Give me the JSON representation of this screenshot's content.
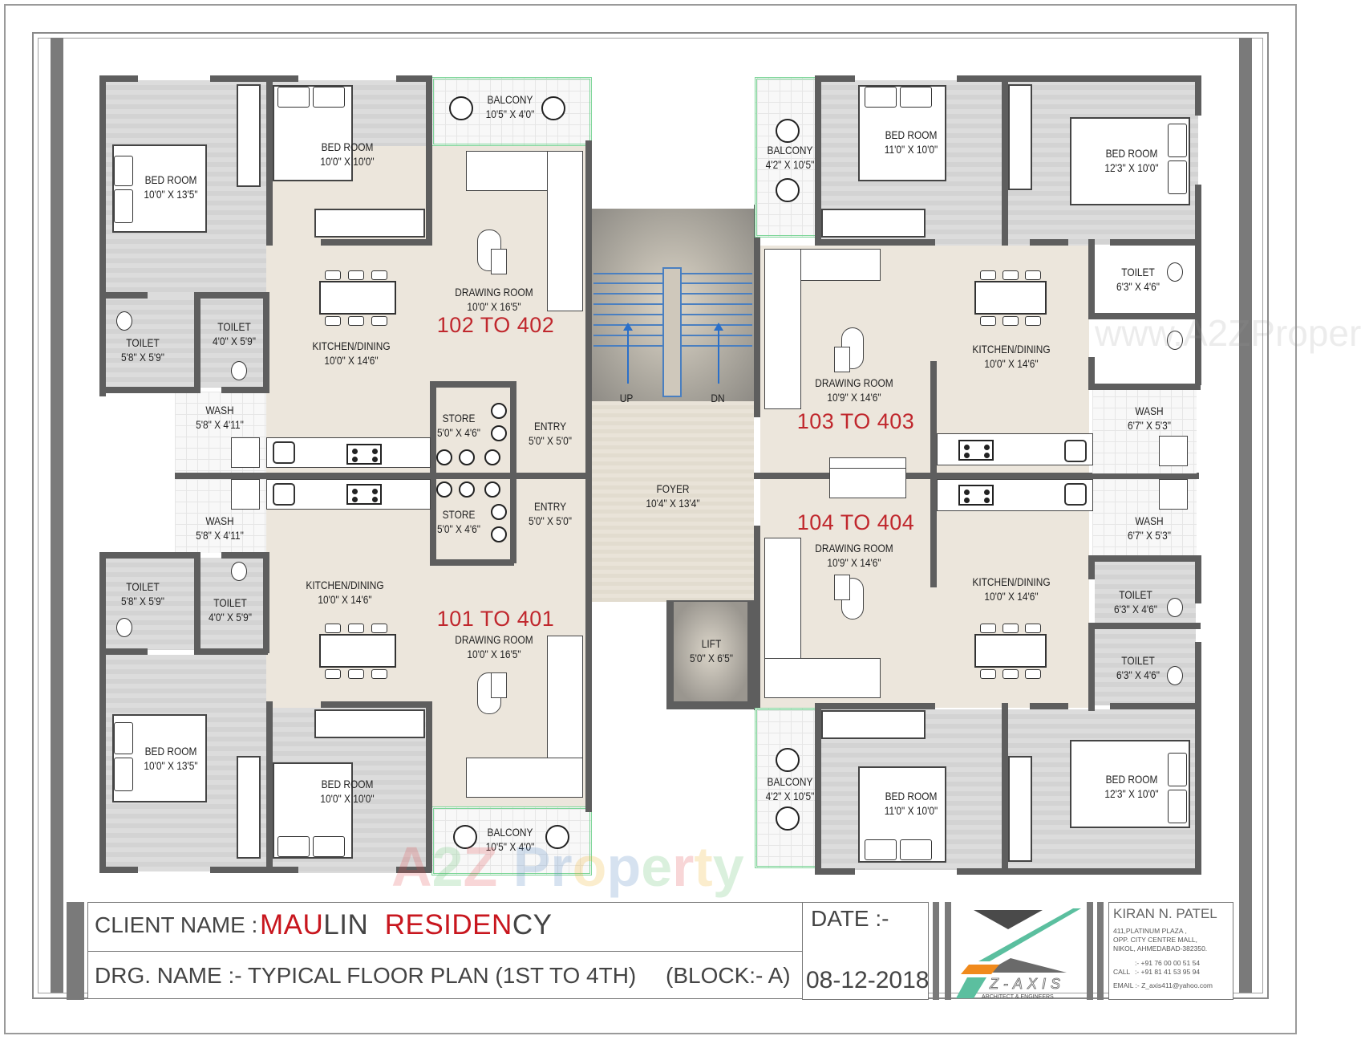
{
  "plan": {
    "units": [
      {
        "id": "u102",
        "label": "102 TO 402"
      },
      {
        "id": "u101",
        "label": "101 TO 401"
      },
      {
        "id": "u103",
        "label": "103 TO 403"
      },
      {
        "id": "u104",
        "label": "104 TO 404"
      }
    ],
    "rooms": {
      "tl_bed1": {
        "name": "BED ROOM",
        "size": "10'0\" X 13'5\""
      },
      "tl_bed2": {
        "name": "BED ROOM",
        "size": "10'0\" X 10'0\""
      },
      "tl_balcony": {
        "name": "BALCONY",
        "size": "10'5\" X 4'0\""
      },
      "tl_drawing": {
        "name": "DRAWING ROOM",
        "size": "10'0\" X 16'5\""
      },
      "tl_kitchen": {
        "name": "KITCHEN/DINING",
        "size": "10'0\" X 14'6\""
      },
      "tl_toilet1": {
        "name": "TOILET",
        "size": "5'8\" X 5'9\""
      },
      "tl_toilet2": {
        "name": "TOILET",
        "size": "4'0\" X 5'9\""
      },
      "tl_wash": {
        "name": "WASH",
        "size": "5'8\" X 4'11\""
      },
      "tl_store": {
        "name": "STORE",
        "size": "5'0\" X 4'6\""
      },
      "tl_entry": {
        "name": "ENTRY",
        "size": "5'0\" X 5'0\""
      },
      "bl_wash": {
        "name": "WASH",
        "size": "5'8\" X 4'11\""
      },
      "bl_store": {
        "name": "STORE",
        "size": "5'0\" X 4'6\""
      },
      "bl_entry": {
        "name": "ENTRY",
        "size": "5'0\" X 5'0\""
      },
      "bl_toilet1": {
        "name": "TOILET",
        "size": "5'8\" X 5'9\""
      },
      "bl_toilet2": {
        "name": "TOILET",
        "size": "4'0\" X 5'9\""
      },
      "bl_kitchen": {
        "name": "KITCHEN/DINING",
        "size": "10'0\" X 14'6\""
      },
      "bl_drawing": {
        "name": "DRAWING ROOM",
        "size": "10'0\" X 16'5\""
      },
      "bl_bed1": {
        "name": "BED ROOM",
        "size": "10'0\" X 13'5\""
      },
      "bl_bed2": {
        "name": "BED ROOM",
        "size": "10'0\" X 10'0\""
      },
      "bl_balcony": {
        "name": "BALCONY",
        "size": "10'5\" X 4'0\""
      },
      "stair_up": "UP",
      "stair_dn": "DN",
      "foyer": {
        "name": "FOYER",
        "size": "10'4\" X 13'4\""
      },
      "lift": {
        "name": "LIFT",
        "size": "5'0\" X 6'5\""
      },
      "tr_balcony": {
        "name": "BALCONY",
        "size": "4'2\" X 10'5\""
      },
      "tr_bed1": {
        "name": "BED ROOM",
        "size": "11'0\" X 10'0\""
      },
      "tr_bed2": {
        "name": "BED ROOM",
        "size": "12'3\" X 10'0\""
      },
      "tr_toilet1": {
        "name": "TOILET",
        "size": "6'3\" X 4'6\""
      },
      "tr_kitchen": {
        "name": "KITCHEN/DINING",
        "size": "10'0\" X 14'6\""
      },
      "tr_drawing": {
        "name": "DRAWING ROOM",
        "size": "10'9\" X 14'6\""
      },
      "tr_wash": {
        "name": "WASH",
        "size": "6'7\" X 5'3\""
      },
      "br_wash": {
        "name": "WASH",
        "size": "6'7\" X 5'3\""
      },
      "br_drawing": {
        "name": "DRAWING ROOM",
        "size": "10'9\" X 14'6\""
      },
      "br_kitchen": {
        "name": "KITCHEN/DINING",
        "size": "10'0\" X 14'6\""
      },
      "br_toilet1": {
        "name": "TOILET",
        "size": "6'3\" X 4'6\""
      },
      "br_toilet2": {
        "name": "TOILET",
        "size": "6'3\" X 4'6\""
      },
      "br_balcony": {
        "name": "BALCONY",
        "size": "4'2\" X 10'5\""
      },
      "br_bed1": {
        "name": "BED ROOM",
        "size": "11'0\" X 10'0\""
      },
      "br_bed2": {
        "name": "BED ROOM",
        "size": "12'3\" X 10'0\""
      }
    },
    "watermarks": {
      "top": "www.A2ZProper",
      "bottom": "A2Z Property"
    }
  },
  "title_block": {
    "client_label": "CLIENT NAME :",
    "client_name_parts": [
      "M",
      "A",
      "U",
      "LIN",
      "R",
      "E",
      "S",
      "I",
      "D",
      "E",
      "N",
      "CY"
    ],
    "client_name": "MAULIN  RESIDENCY",
    "drawing_label": "DRG. NAME  :- TYPICAL FLOOR PLAN  (1ST TO 4TH)",
    "block": "(BLOCK:- A)",
    "date_label": "DATE  :-",
    "date": "08-12-2018",
    "logo": {
      "text": "Z-AXIS",
      "subtitle": "ARCHITECT & ENGINEERS",
      "colors": {
        "teal": "#5bbf9f",
        "orange": "#f08a1c",
        "dark": "#4a4a4a"
      }
    },
    "architect": {
      "name": "KIRAN N. PATEL",
      "address": [
        "411,PLATINUM PLAZA ,",
        "OPP. CITY   CENTRE   MALL,",
        "NIKOL, AHMEDABAD-382350."
      ],
      "phone1": ":- +91 76 00 00 51 54",
      "call_label": "CALL",
      "phone2": ":- +91 81 41 53 95 94",
      "email": "EMAIL :- Z_axis411@yahoo.com"
    }
  },
  "colors": {
    "unit_label": "#c0272d",
    "wall": "#5e5e5e",
    "stair": "#2a6fc9",
    "balcony_outline": "#7fd69a"
  }
}
